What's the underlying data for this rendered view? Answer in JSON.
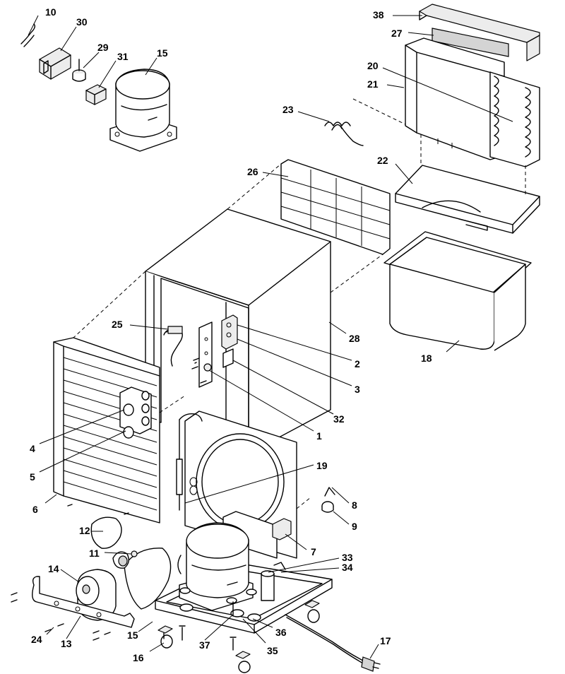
{
  "callouts": [
    {
      "id": "c10",
      "text": "10"
    },
    {
      "id": "c30",
      "text": "30"
    },
    {
      "id": "c29",
      "text": "29"
    },
    {
      "id": "c31",
      "text": "31"
    },
    {
      "id": "c15a",
      "text": "15"
    },
    {
      "id": "c38",
      "text": "38"
    },
    {
      "id": "c27",
      "text": "27"
    },
    {
      "id": "c20",
      "text": "20"
    },
    {
      "id": "c21",
      "text": "21"
    },
    {
      "id": "c23",
      "text": "23"
    },
    {
      "id": "c26",
      "text": "26"
    },
    {
      "id": "c22",
      "text": "22"
    },
    {
      "id": "c25",
      "text": "25"
    },
    {
      "id": "c28",
      "text": "28"
    },
    {
      "id": "c2",
      "text": "2"
    },
    {
      "id": "c3",
      "text": "3"
    },
    {
      "id": "c18",
      "text": "18"
    },
    {
      "id": "c32",
      "text": "32"
    },
    {
      "id": "c1",
      "text": "1"
    },
    {
      "id": "c4",
      "text": "4"
    },
    {
      "id": "c5",
      "text": "5"
    },
    {
      "id": "c19",
      "text": "19"
    },
    {
      "id": "c6",
      "text": "6"
    },
    {
      "id": "c8",
      "text": "8"
    },
    {
      "id": "c9",
      "text": "9"
    },
    {
      "id": "c12",
      "text": "12"
    },
    {
      "id": "c7",
      "text": "7"
    },
    {
      "id": "c11",
      "text": "11"
    },
    {
      "id": "c33",
      "text": "33"
    },
    {
      "id": "c34",
      "text": "34"
    },
    {
      "id": "c14",
      "text": "14"
    },
    {
      "id": "c24",
      "text": "24"
    },
    {
      "id": "c13",
      "text": "13"
    },
    {
      "id": "c15b",
      "text": "15"
    },
    {
      "id": "c37",
      "text": "37"
    },
    {
      "id": "c36",
      "text": "36"
    },
    {
      "id": "c35",
      "text": "35"
    },
    {
      "id": "c17",
      "text": "17"
    },
    {
      "id": "c16",
      "text": "16"
    }
  ]
}
